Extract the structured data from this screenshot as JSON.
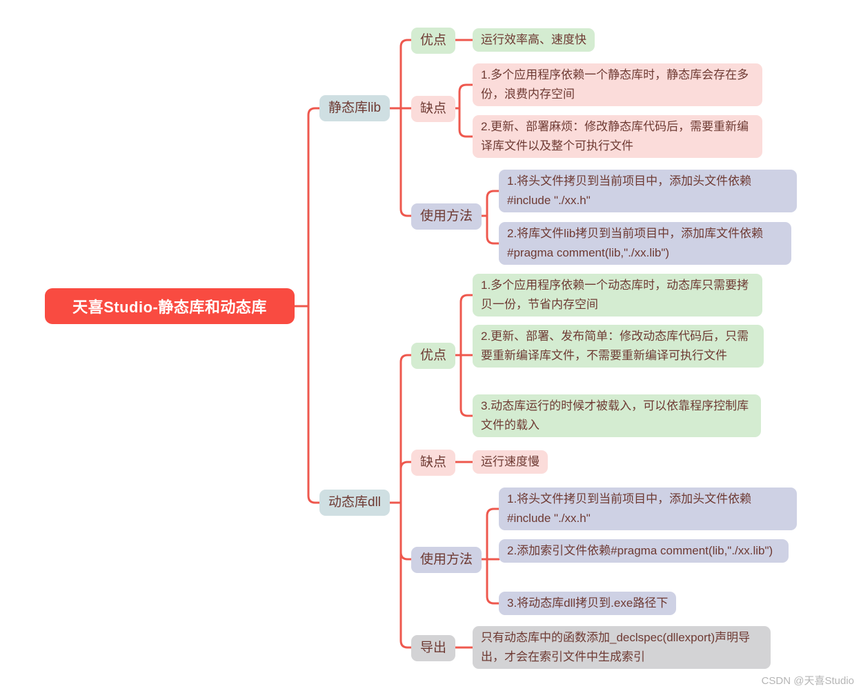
{
  "colors": {
    "red": "#f94b41",
    "line": "#ee584e",
    "teal": "#cfdfe2",
    "green": "#d4ecd1",
    "pink": "#fbdcda",
    "lavender": "#ced1e4",
    "gray": "#d3d3d5",
    "ink": "#6e3a33",
    "watermark": "#b5b5b5"
  },
  "watermark": "CSDN @天喜Studio",
  "mindmap": {
    "root": "天喜Studio-静态库和动态库",
    "static_lib": {
      "title": "静态库lib",
      "advantages_label": "优点",
      "advantages": [
        "运行效率高、速度快"
      ],
      "disadvantages_label": "缺点",
      "disadvantages": [
        "1.多个应用程序依赖一个静态库时，静态库会存在多份，浪费内存空间",
        "2.更新、部署麻烦：修改静态库代码后，需要重新编译库文件以及整个可执行文件"
      ],
      "usage_label": "使用方法",
      "usage": [
        "1.将头文件拷贝到当前项目中，添加头文件依赖#include \"./xx.h\"",
        "2.将库文件lib拷贝到当前项目中，添加库文件依赖#pragma comment(lib,\"./xx.lib\")"
      ]
    },
    "dynamic_dll": {
      "title": "动态库dll",
      "advantages_label": "优点",
      "advantages": [
        "1.多个应用程序依赖一个动态库时，动态库只需要拷贝一份，节省内存空间",
        "2.更新、部署、发布简单：修改动态库代码后，只需要重新编译库文件，不需要重新编译可执行文件",
        "3.动态库运行的时候才被载入，可以依靠程序控制库文件的载入"
      ],
      "disadvantages_label": "缺点",
      "disadvantages": [
        "运行速度慢"
      ],
      "usage_label": "使用方法",
      "usage": [
        "1.将头文件拷贝到当前项目中，添加头文件依赖#include \"./xx.h\"",
        "2.添加索引文件依赖#pragma comment(lib,\"./xx.lib\")",
        "3.将动态库dll拷贝到.exe路径下"
      ],
      "export_label": "导出",
      "export_notes": [
        "只有动态库中的函数添加_declspec(dllexport)声明导出，才会在索引文件中生成索引"
      ]
    }
  }
}
